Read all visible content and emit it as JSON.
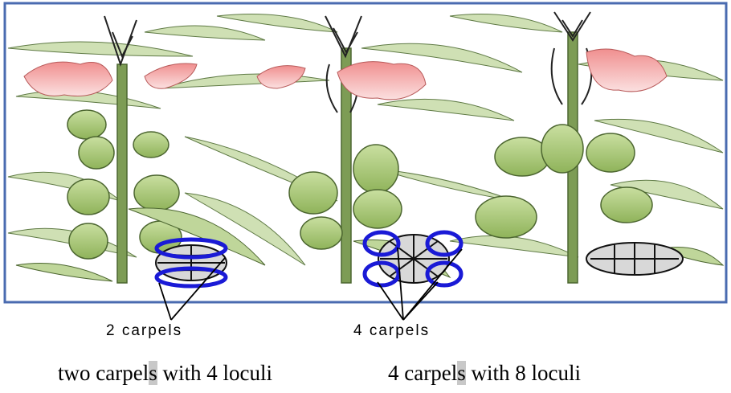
{
  "labels": {
    "left": "2 carpels",
    "right": "4 carpels"
  },
  "captions": {
    "left": {
      "pre": "two carpel",
      "hl": "s",
      "post": " with 4 loculi"
    },
    "right": {
      "pre": "4 carpel",
      "hl": "s",
      "post": " with 8 loculi"
    }
  },
  "colors": {
    "frame": "#4a6bb0",
    "highlight": "#1a1ad6",
    "leaf": "#a9c97a",
    "stem": "#6f8f4a",
    "flower": "#f3a9a9"
  }
}
